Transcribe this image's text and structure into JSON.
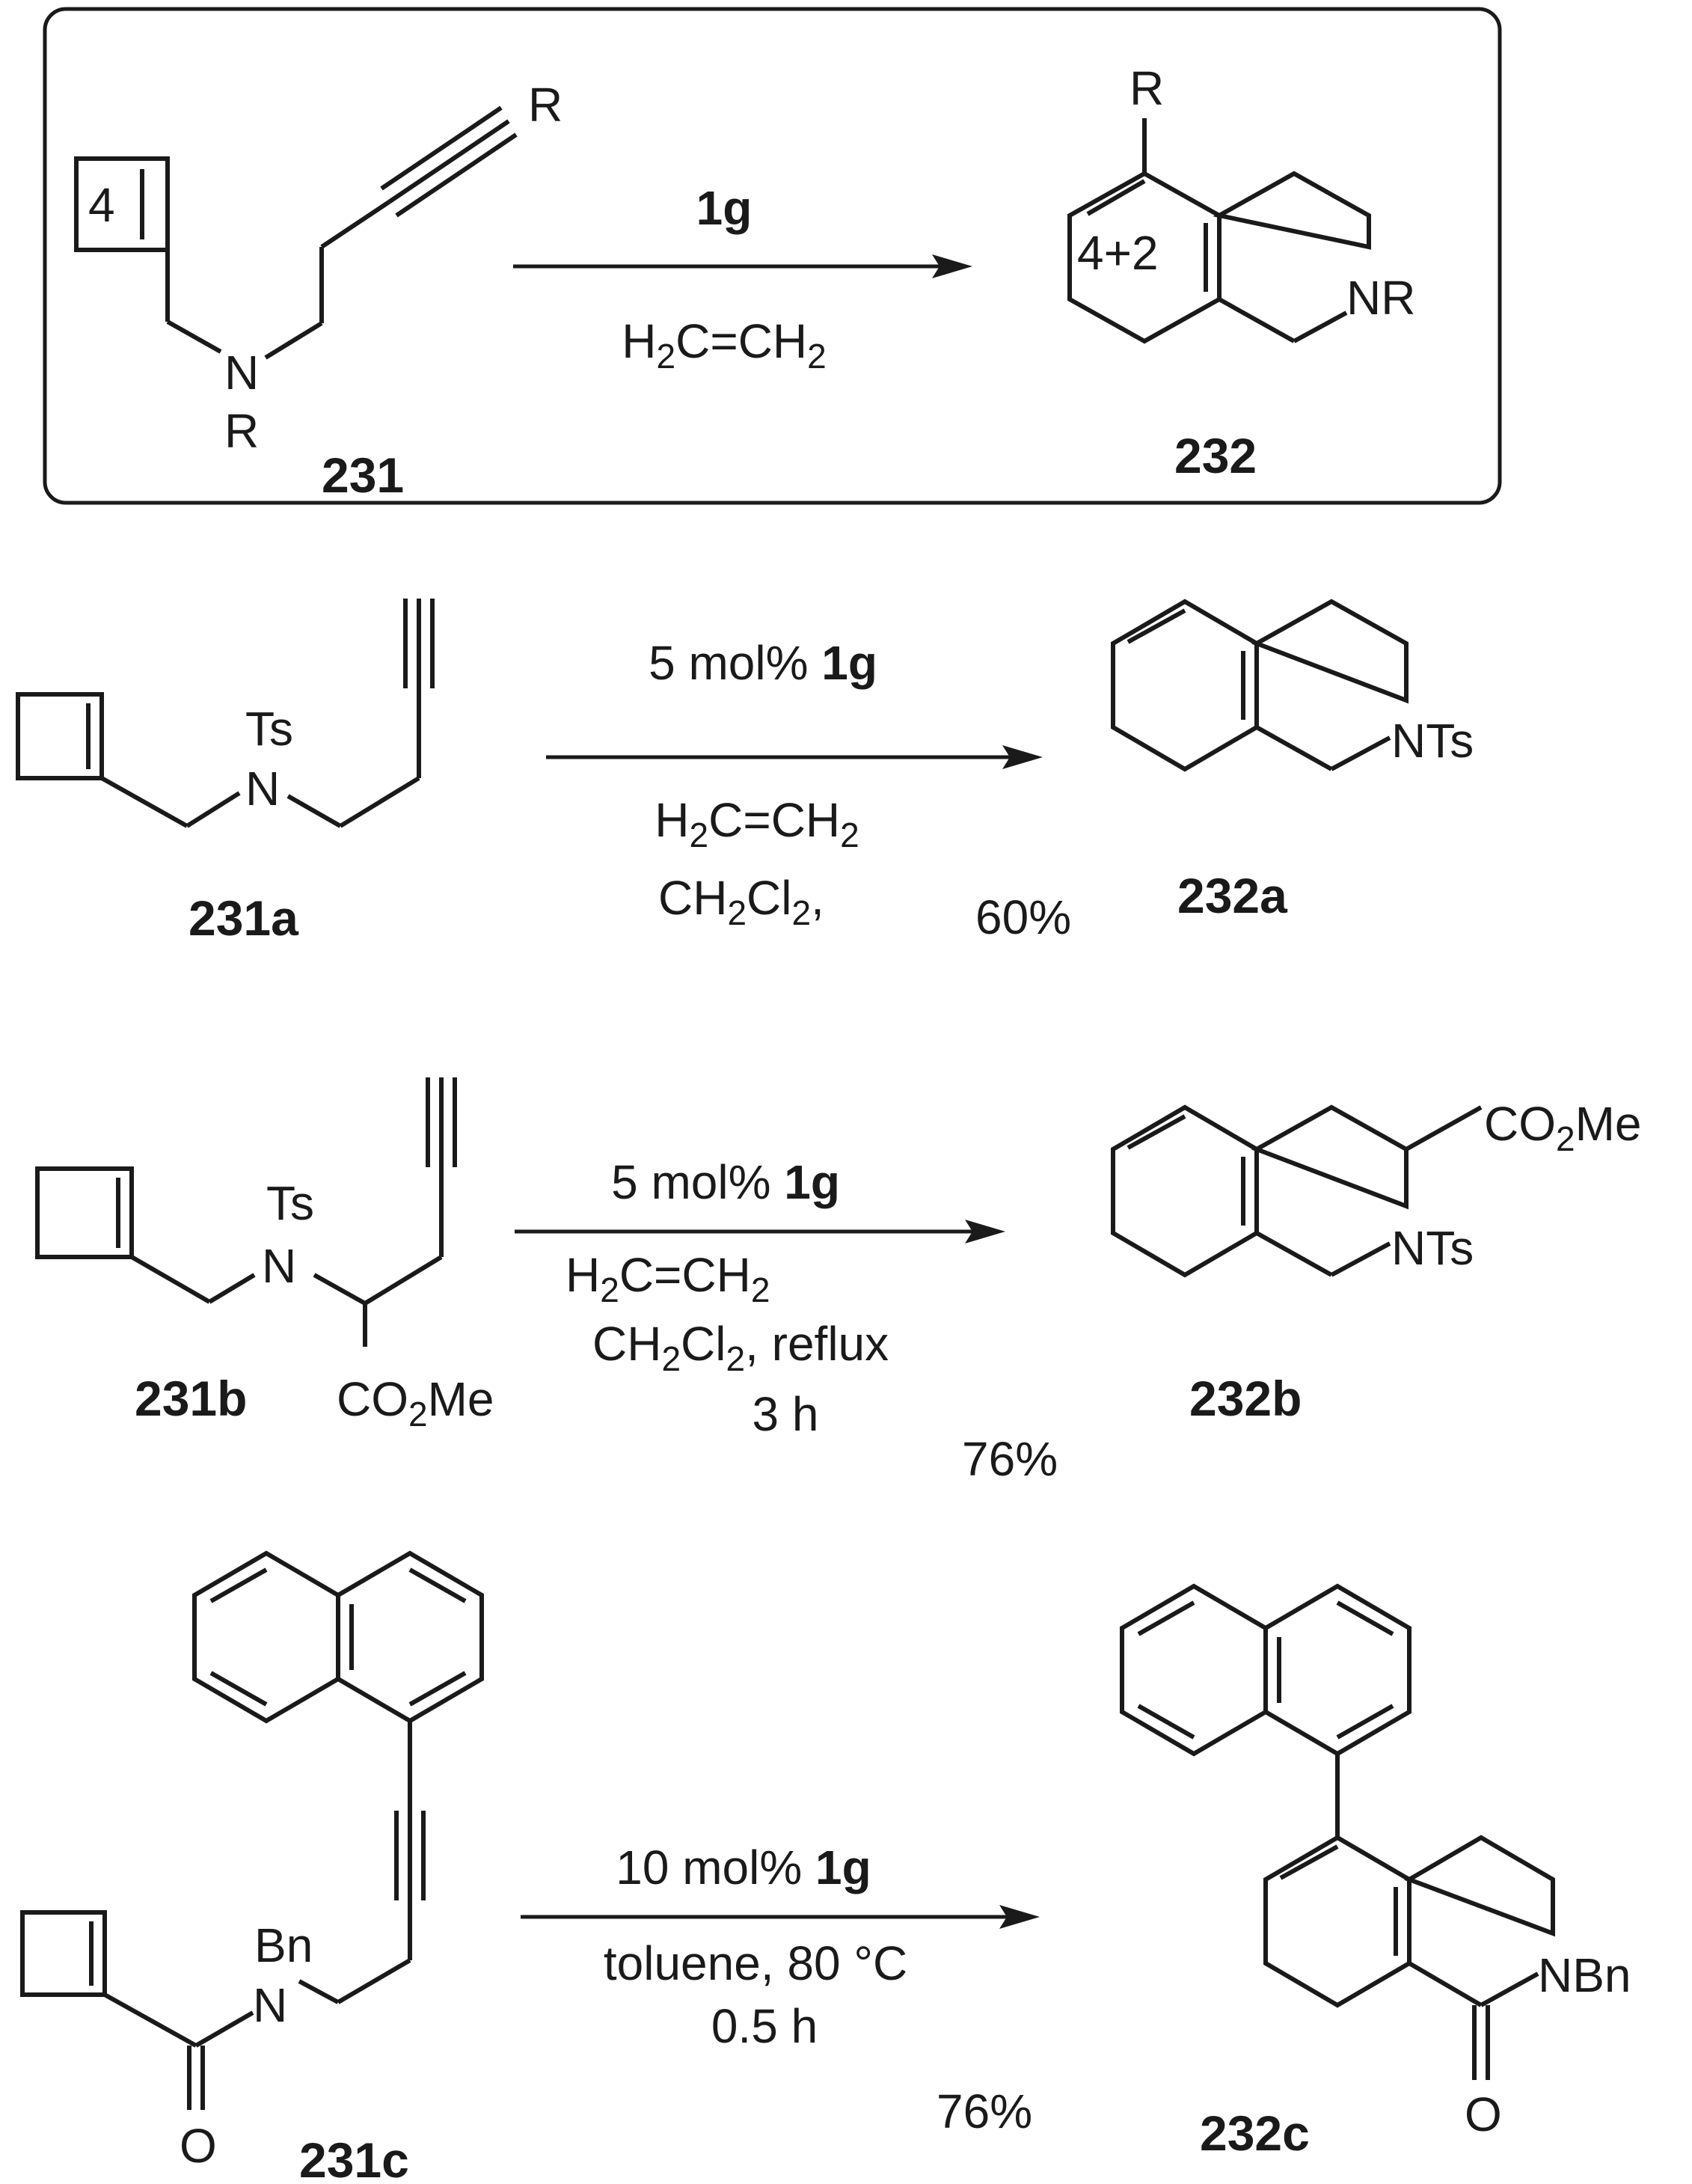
{
  "colors": {
    "ink": "#1a1a1a",
    "background": "#ffffff"
  },
  "general": {
    "reactant_id": "231",
    "product_id": "232",
    "catalyst": "1g",
    "reagent": {
      "h1": "H",
      "h1_sub": "2",
      "mid": "C=CH",
      "h2_sub": "2"
    },
    "reactant_labels": {
      "R_alkyne": "R",
      "N": "N",
      "R_N": "R",
      "ring_size": "4"
    },
    "product_labels": {
      "R": "R",
      "NR": "NR",
      "ring_label": "4+2"
    }
  },
  "reactions": [
    {
      "reactant_id": "231a",
      "product_id": "232a",
      "catalyst_prefix": "5 mol% ",
      "catalyst": "1g",
      "reagent": {
        "h1": "H",
        "h1_sub": "2",
        "mid": "C=CH",
        "h2_sub": "2"
      },
      "solvent": {
        "a": "CH",
        "a_sub": "2",
        "b": "Cl",
        "b_sub": "2",
        "c": ","
      },
      "yield": "60%",
      "reactant_labels": {
        "N": "N",
        "protecting_group": "Ts"
      },
      "product_labels": {
        "N": "NTs"
      }
    },
    {
      "reactant_id": "231b",
      "product_id": "232b",
      "catalyst_prefix": "5 mol% ",
      "catalyst": "1g",
      "reagent": {
        "h1": "H",
        "h1_sub": "2",
        "mid": "C=CH",
        "h2_sub": "2"
      },
      "solvent": {
        "a": "CH",
        "a_sub": "2",
        "b": "Cl",
        "b_sub": "2",
        "c": ", reflux"
      },
      "time": "3 h",
      "yield": "76%",
      "reactant_labels": {
        "N": "N",
        "protecting_group": "Ts",
        "ester_a": "CO",
        "ester_sub": "2",
        "ester_b": "Me"
      },
      "product_labels": {
        "N": "NTs",
        "ester_a": "CO",
        "ester_sub": "2",
        "ester_b": "Me"
      }
    },
    {
      "reactant_id": "231c",
      "product_id": "232c",
      "catalyst_prefix": "10 mol% ",
      "catalyst": "1g",
      "solvent_line": "toluene, 80 °C",
      "time": "0.5 h",
      "yield": "76%",
      "reactant_labels": {
        "N": "N",
        "protecting_group": "Bn",
        "O": "O"
      },
      "product_labels": {
        "N": "NBn",
        "O": "O"
      }
    }
  ]
}
